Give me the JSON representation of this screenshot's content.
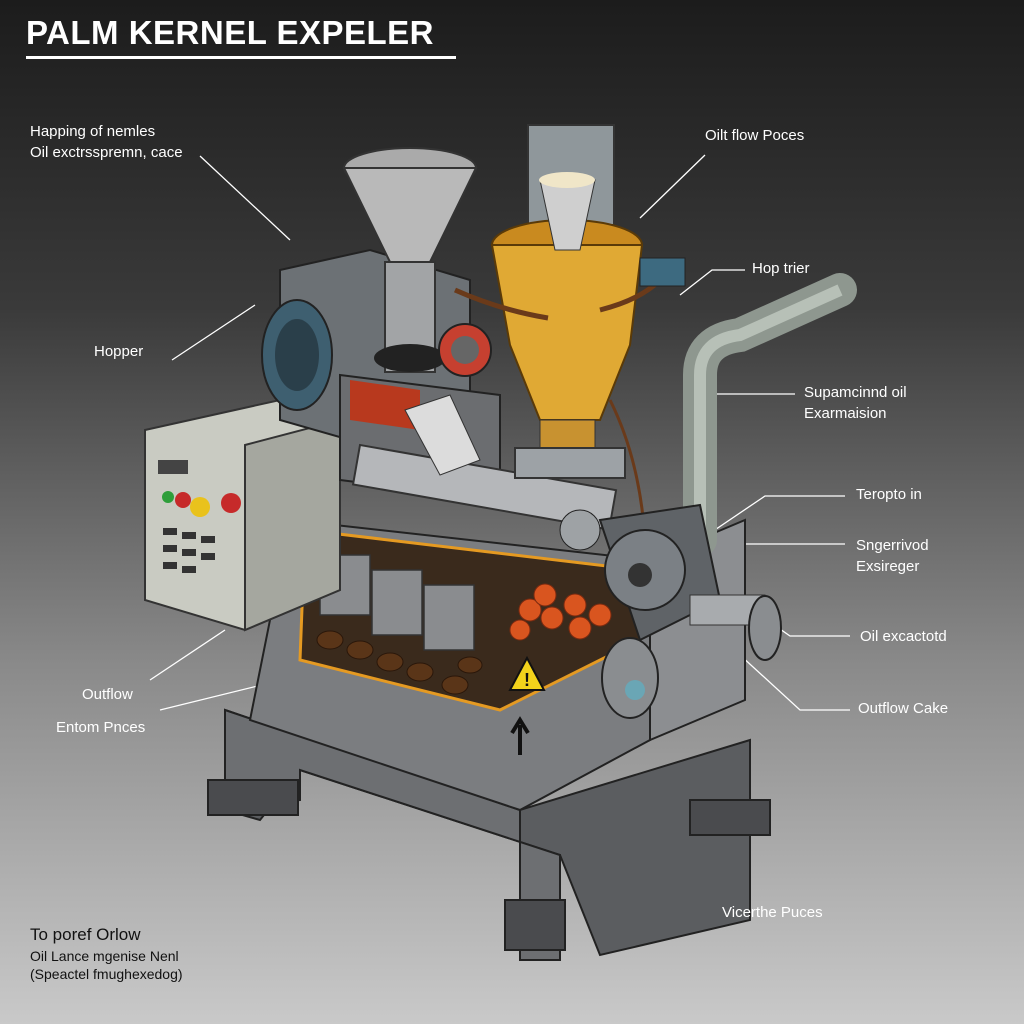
{
  "title": "PALM KERNEL EXPELER",
  "labels": {
    "top_left_1": "Happing of nemles",
    "top_left_2": "Oil exctrsspremn, cace",
    "oil_flow": "Oilt flow Poces",
    "hop_trier": "Hop trier",
    "hopper": "Hopper",
    "supamcinnd_1": "Supamcinnd oil",
    "supamcinnd_2": "Exarmaision",
    "teropto": "Teropto in",
    "sngerrivod_1": "Sngerrivod",
    "sngerrivod_2": "Exsireger",
    "oil_excactotd": "Oil excactotd",
    "outflow_cake": "Outflow Cake",
    "outflow": "Outflow",
    "entom": "Entom Pnces",
    "vicerthe": "Vicerthe Puces"
  },
  "footnote": {
    "heading": "To poref Orlow",
    "line1": "Oil Lance mgenise Nenl",
    "line2": "(Speactel fmughexedog)"
  }
}
